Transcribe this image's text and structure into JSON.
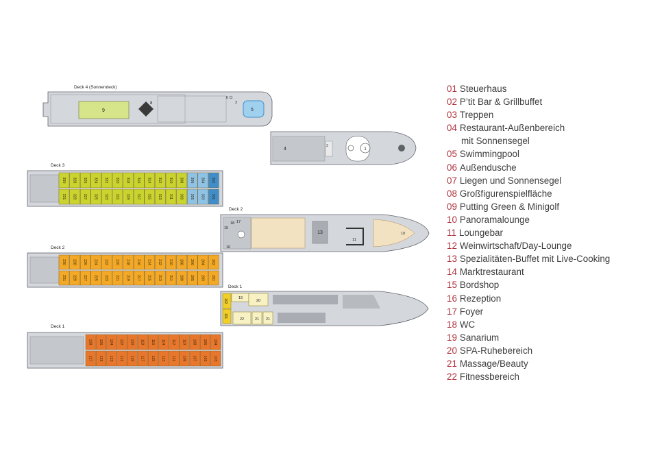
{
  "colors": {
    "hull": "#d4d7dc",
    "hull_edge": "#5e636a",
    "service": "#a9adb3",
    "cabin_deck3_green": "#c9d42f",
    "cabin_deck3_blue_light": "#8ec3e6",
    "cabin_deck3_blue_dark": "#3f8ecb",
    "cabin_deck2": "#f3a826",
    "cabin_deck1": "#e8772c",
    "yellow": "#f1cf26",
    "cream": "#f7f1c4",
    "putting_green": "#d7e58a",
    "legend_number": "#b0313a",
    "legend_text": "#3d3d3d"
  },
  "decks": {
    "deck4_title": "Deck 4 (Sonnendeck)",
    "deck3_title": "Deck 3",
    "deck2_upper_title": "Deck 2",
    "deck2_lower_title": "Deck 2",
    "deck1_upper_title": "Deck 1",
    "deck1_lower_title": "Deck 1"
  },
  "deck4": {
    "labels": {
      "putting": "9",
      "gross": "8",
      "pool": "5",
      "shower": "6",
      "stairs": "3",
      "terrace": "4",
      "steuerhaus": "1"
    }
  },
  "deck3": {
    "top_row": [
      "330",
      "328",
      "326",
      "324",
      "322",
      "320",
      "318",
      "316",
      "314",
      "312",
      "310",
      "308",
      "306",
      "304",
      "302"
    ],
    "bottom_row": [
      "331",
      "329",
      "327",
      "325",
      "323",
      "321",
      "319",
      "317",
      "315",
      "313",
      "311",
      "309",
      "305",
      "303",
      "301"
    ]
  },
  "deck2_cabins": {
    "top_row": [
      "230",
      "228",
      "226",
      "224",
      "222",
      "220",
      "218",
      "216",
      "214",
      "212",
      "210",
      "208",
      "206",
      "204",
      "202"
    ],
    "bottom_row": [
      "231",
      "229",
      "227",
      "225",
      "223",
      "221",
      "219",
      "217",
      "215",
      "213",
      "211",
      "209",
      "205",
      "203",
      "201"
    ]
  },
  "deck2_public": {
    "labels": {
      "wc": "18",
      "foyer": "17",
      "shop": "15",
      "rezeption": "16",
      "buffet": "13",
      "bar": "11",
      "lounge": "10"
    }
  },
  "deck1_spa": {
    "labels": {
      "fitness": "102",
      "sanarium": "19",
      "ruhe": "20",
      "reception": "101",
      "massage_a": "22",
      "massage_b": "21",
      "massage_c": "21"
    }
  },
  "deck1_cabins": {
    "top_row": [
      "128",
      "126",
      "124",
      "122",
      "120",
      "118",
      "116",
      "114",
      "112",
      "110",
      "108",
      "106",
      "104"
    ],
    "bottom_row": [
      "127",
      "125",
      "123",
      "121",
      "119",
      "117",
      "115",
      "113",
      "111",
      "109",
      "107",
      "105",
      "103"
    ]
  },
  "legend": [
    {
      "num": "01",
      "text": "Steuerhaus"
    },
    {
      "num": "02",
      "text": "P’tit Bar & Grillbuffet"
    },
    {
      "num": "03",
      "text": "Treppen"
    },
    {
      "num": "04",
      "text": "Restaurant-Außenbereich",
      "cont": "mit Sonnensegel"
    },
    {
      "num": "05",
      "text": "Swimmingpool"
    },
    {
      "num": "06",
      "text": "Außendusche"
    },
    {
      "num": "07",
      "text": "Liegen und Sonnensegel"
    },
    {
      "num": "08",
      "text": "Großfigurenspielfläche"
    },
    {
      "num": "09",
      "text": "Putting Green & Minigolf"
    },
    {
      "num": "10",
      "text": "Panoramalounge"
    },
    {
      "num": "11",
      "text": "Loungebar"
    },
    {
      "num": "12",
      "text": "Weinwirtschaft/Day-Lounge"
    },
    {
      "num": "13",
      "text": "Spezialitäten-Buffet mit Live-Cooking"
    },
    {
      "num": "14",
      "text": "Marktrestaurant"
    },
    {
      "num": "15",
      "text": "Bordshop"
    },
    {
      "num": "16",
      "text": "Rezeption"
    },
    {
      "num": "17",
      "text": "Foyer"
    },
    {
      "num": "18",
      "text": "WC"
    },
    {
      "num": "19",
      "text": "Sanarium"
    },
    {
      "num": "20",
      "text": "SPA-Ruhebereich"
    },
    {
      "num": "21",
      "text": "Massage/Beauty"
    },
    {
      "num": "22",
      "text": "Fitnessbereich"
    }
  ]
}
